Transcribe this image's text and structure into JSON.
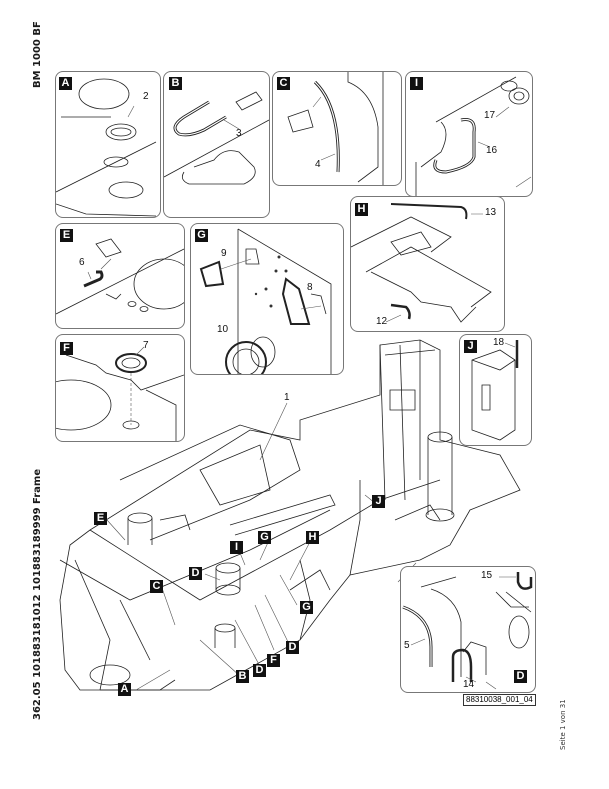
{
  "document": {
    "model_title": "BM 1000 BF",
    "footer_title": "362.05 101883181012 101883189999 Frame",
    "page_indicator": "Seite 1 von 31",
    "drawing_reference": "88310038_001_04"
  },
  "detail_panels": [
    {
      "id": "A",
      "callouts": [
        "2"
      ]
    },
    {
      "id": "B",
      "callouts": [
        "3"
      ]
    },
    {
      "id": "C",
      "callouts": [
        "4"
      ]
    },
    {
      "id": "I",
      "callouts": [
        "17",
        "16"
      ]
    },
    {
      "id": "E",
      "callouts": [
        "6"
      ]
    },
    {
      "id": "G",
      "callouts": [
        "9",
        "8",
        "10"
      ]
    },
    {
      "id": "H",
      "callouts": [
        "13",
        "12"
      ]
    },
    {
      "id": "F",
      "callouts": [
        "7"
      ]
    },
    {
      "id": "J",
      "callouts": [
        "18"
      ]
    },
    {
      "id": "D",
      "callouts": [
        "15",
        "5",
        "14"
      ]
    }
  ],
  "main_drawing": {
    "part_callout": "1",
    "location_markers": [
      "E",
      "G",
      "H",
      "I",
      "D",
      "C",
      "J",
      "G",
      "D",
      "F",
      "D",
      "B",
      "D",
      "A"
    ]
  }
}
